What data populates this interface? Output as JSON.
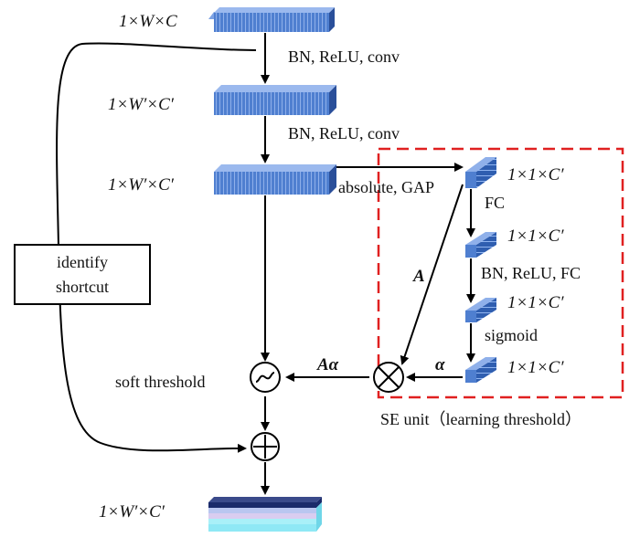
{
  "inputs": {
    "input_dim": "1×W×C",
    "feat1_dim": "1×W′×C′",
    "feat2_dim": "1×W′×C′",
    "output_dim": "1×W′×C′"
  },
  "ops": {
    "op1": "BN, ReLU, conv",
    "op2": "BN, ReLU, conv",
    "gap": "absolute, GAP",
    "soft_threshold": "soft threshold",
    "shortcut_line1": "identify",
    "shortcut_line2": "shortcut"
  },
  "se": {
    "dim1": "1×1×C′",
    "dim2": "1×1×C′",
    "dim3": "1×1×C′",
    "dim4": "1×1×C′",
    "fc": "FC",
    "bn_relu_fc": "BN, ReLU, FC",
    "sigmoid": "sigmoid",
    "caption": "SE unit（learning threshold）",
    "label_A": "A",
    "label_alpha": "α",
    "label_Aalpha": "Aα"
  },
  "colors": {
    "block": "#4a78c8",
    "block_dark": "#2a4f9a",
    "dashed_box": "#e02020",
    "output_top": "#1a2a6a",
    "output_cyan": "#8fe8f5"
  }
}
